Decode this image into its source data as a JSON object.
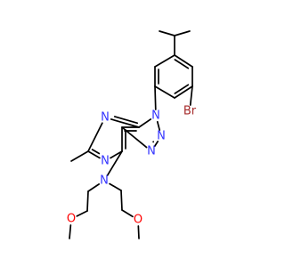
{
  "colors": {
    "bond": "#000000",
    "carbon": "#000000",
    "nitrogen": "#3333ff",
    "oxygen": "#ff0000",
    "bromine": "#a52a2a",
    "background": "#ffffff"
  },
  "atoms": [
    {
      "id": "Br",
      "element": "Br",
      "label": "Br"
    },
    {
      "id": "N_aryl",
      "element": "N",
      "label": "N"
    },
    {
      "id": "N_tri2",
      "element": "N",
      "label": "N"
    },
    {
      "id": "N_tri3",
      "element": "N",
      "label": "N"
    },
    {
      "id": "N_pyr1",
      "element": "N",
      "label": "N"
    },
    {
      "id": "N_pyr3",
      "element": "N",
      "label": "N"
    },
    {
      "id": "N_amine",
      "element": "N",
      "label": "N"
    },
    {
      "id": "O_left",
      "element": "O",
      "label": "O"
    },
    {
      "id": "O_right",
      "element": "O",
      "label": "O"
    }
  ],
  "bond_count": 32
}
